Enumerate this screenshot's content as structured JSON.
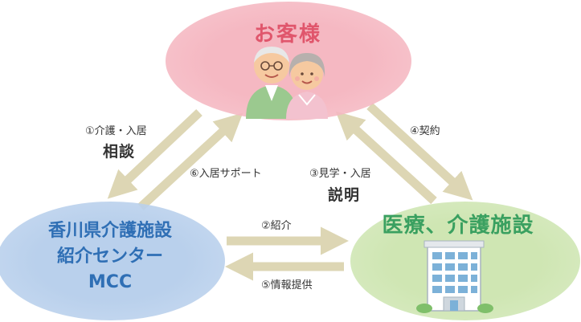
{
  "nodes": {
    "customer": {
      "title": "お客様",
      "color": "#f5b8c2"
    },
    "mcc": {
      "lines": [
        "香川県介護施設",
        "紹介センター",
        "MCC"
      ],
      "color": "#b9d0ec"
    },
    "hospital": {
      "title": "医療、介護施設",
      "color": "#cfe6b3"
    }
  },
  "arrows": {
    "consult": {
      "step": "①介護・入居",
      "word": "相談"
    },
    "introduce": {
      "step": "②紹介"
    },
    "explain": {
      "step": "③見学・入居",
      "word": "説明"
    },
    "contract": {
      "step": "④契約"
    },
    "info": {
      "step": "⑤情報提供"
    },
    "support": {
      "step": "⑥入居サポート"
    }
  },
  "colors": {
    "arrow": "#ddd6b4",
    "text": "#333333"
  }
}
